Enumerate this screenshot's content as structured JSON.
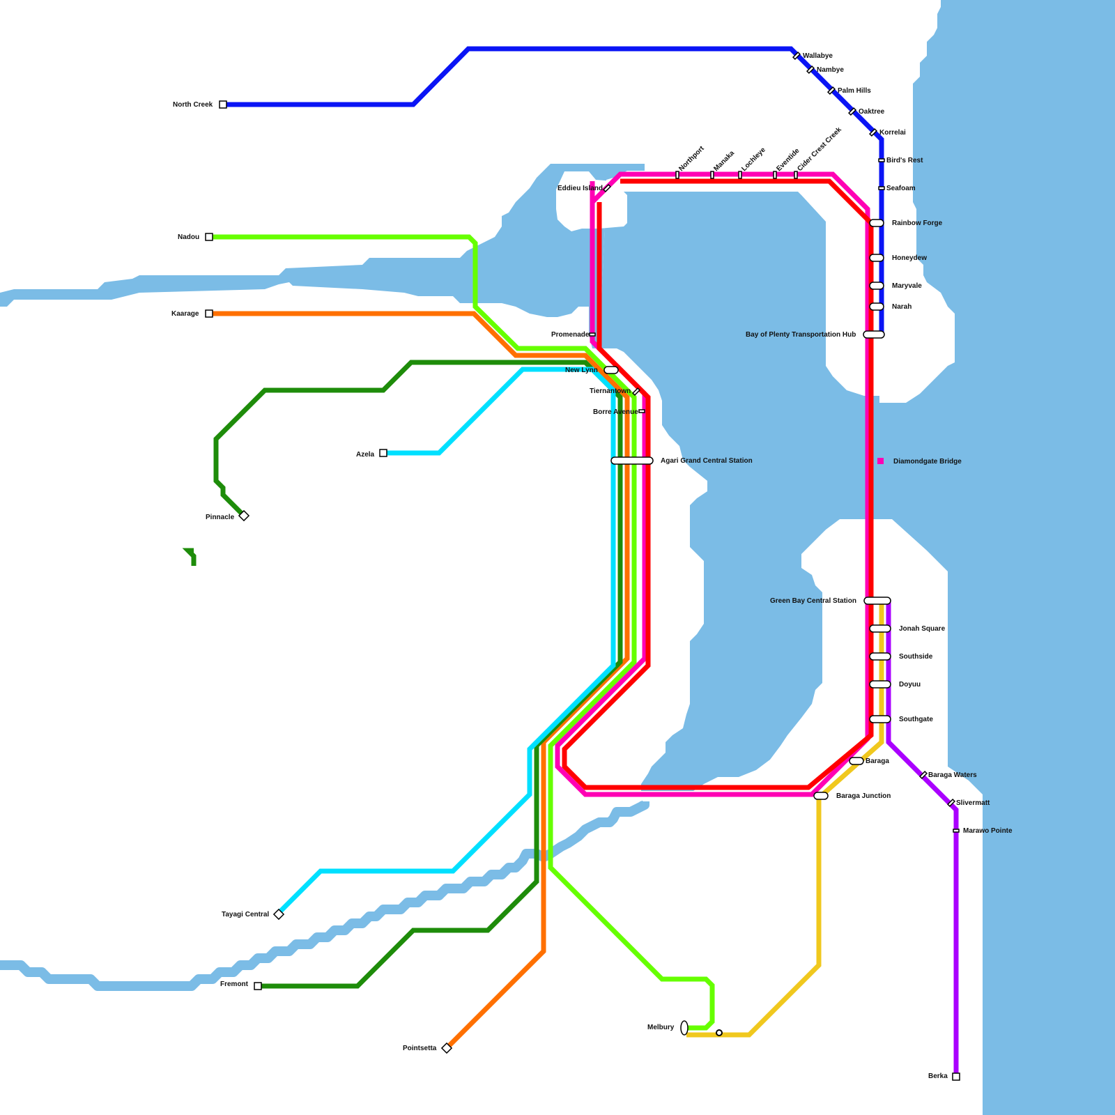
{
  "colors": {
    "water": "#7bbce6",
    "blue": "#0a14f5",
    "lime": "#66ff00",
    "orange": "#ff7000",
    "dark_green": "#1e8c0a",
    "cyan": "#00e0ff",
    "magenta": "#ff00b4",
    "red": "#ff0000",
    "yellow": "#f0c81e",
    "purple": "#aa00ff"
  },
  "stations": {
    "north_creek": "North Creek",
    "wallabye": "Wallabye",
    "nambye": "Nambye",
    "palm_hills": "Palm Hills",
    "oaktree": "Oaktree",
    "korrelai": "Korrelai",
    "birds_rest": "Bird's Rest",
    "seafoam": "Seafoam",
    "rainbow_forge": "Rainbow Forge",
    "honeydew": "Honeydew",
    "maryvale": "Maryvale",
    "narah": "Narah",
    "bay_of_plenty": "Bay of Plenty Transportation Hub",
    "diamondgate_bridge": "Diamondgate Bridge",
    "green_bay_central": "Green Bay Central Station",
    "jonah_square": "Jonah Square",
    "southside": "Southside",
    "doyuu": "Doyuu",
    "southgate": "Southgate",
    "baraga": "Baraga",
    "baraga_junction": "Baraga Junction",
    "baraga_waters": "Baraga Waters",
    "slivermatt": "Slivermatt",
    "marawo_pointe": "Marawo Pointe",
    "berka": "Berka",
    "nadou": "Nadou",
    "kaarage": "Kaarage",
    "azela": "Azela",
    "pinnacle": "Pinnacle",
    "tayagi_central": "Tayagi Central",
    "fremont": "Fremont",
    "pointsetta": "Pointsetta",
    "melbury": "Melbury",
    "eddieu_island": "Eddieu Island",
    "northport": "Northport",
    "manaka": "Manaka",
    "lochleye": "Lochleye",
    "eventide": "Eventide",
    "cider_crest_creek": "Cider Crest Creek",
    "promenade": "Promenade",
    "new_lynn": "New Lynn",
    "tiernantown": "Tiernantown",
    "borre_avenue": "Borre Avenue",
    "agari_grand_central": "Agari Grand Central Station"
  }
}
